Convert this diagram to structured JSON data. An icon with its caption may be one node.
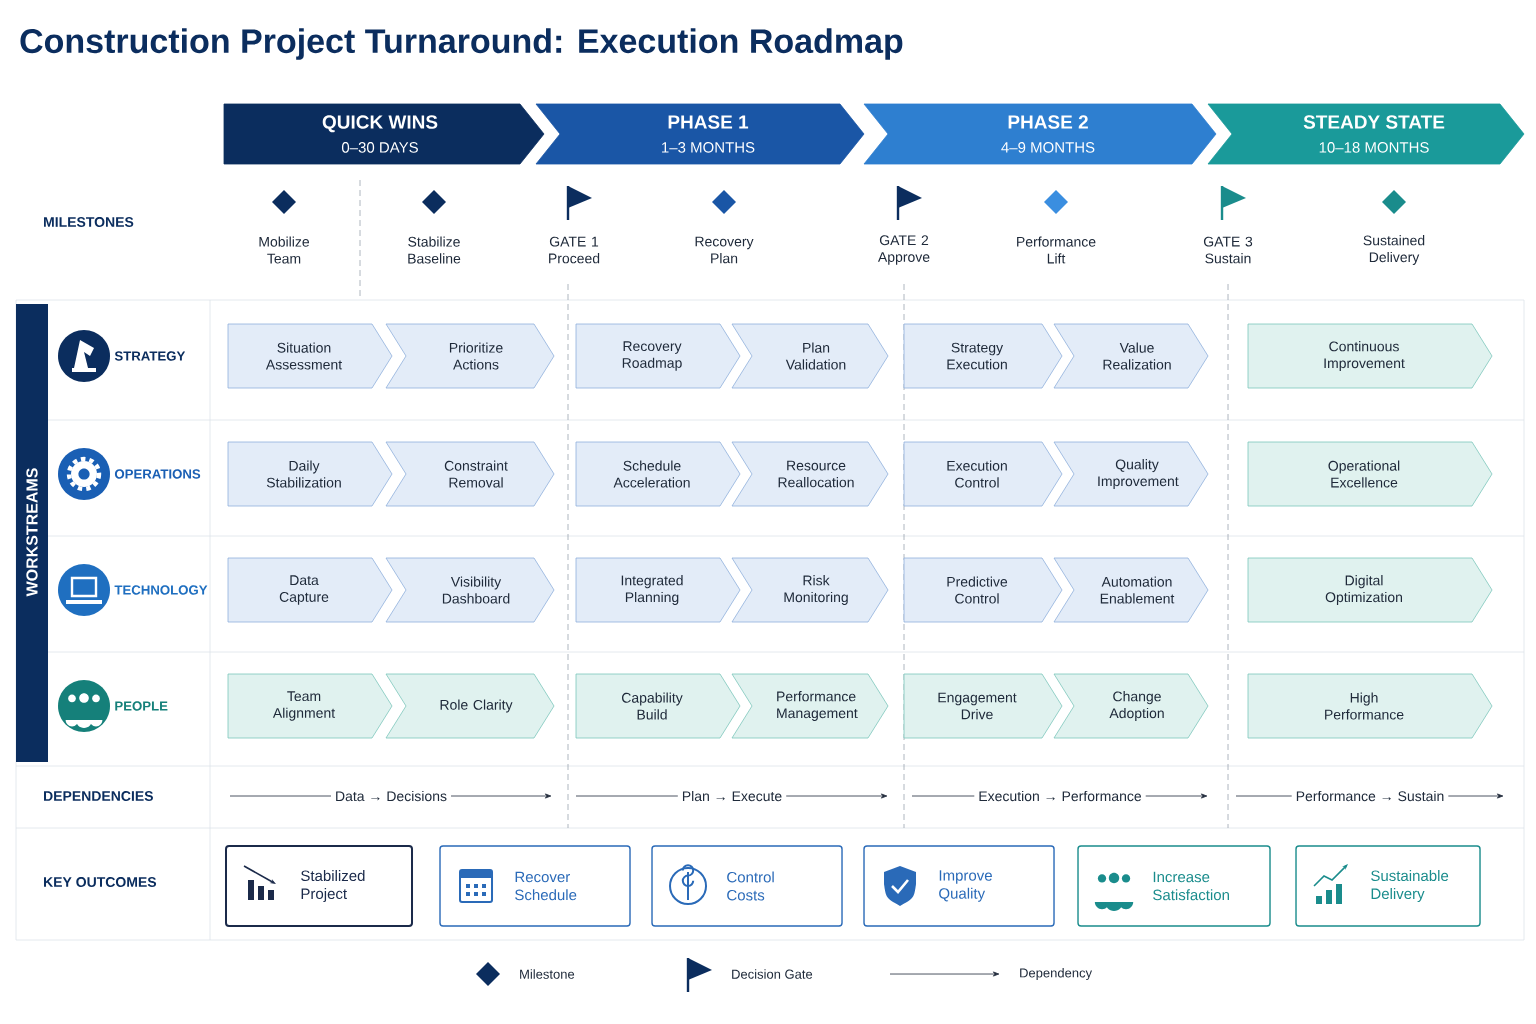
{
  "diagram": {
    "title": "Construction Project Turnaround: Execution Roadmap",
    "nodes": [
      {
        "text": [
          "QUICK WINS",
          "0–30 DAYS"
        ]
      },
      {
        "text": [
          "PHASE 1",
          "1–3 MONTHS"
        ]
      },
      {
        "text": [
          "PHASE 2",
          "4–9 MONTHS"
        ]
      },
      {
        "text": [
          "STEADY STATE",
          "10–18 MONTHS"
        ]
      },
      {
        "text": [
          "Situation Assessment"
        ]
      },
      {
        "text": [
          "Prioritize Actions"
        ]
      },
      {
        "text": [
          "Recovery Roadmap"
        ]
      },
      {
        "text": [
          "Plan Validation"
        ]
      },
      {
        "text": [
          "Strategy Execution"
        ]
      },
      {
        "text": [
          "Value Realization"
        ]
      },
      {
        "text": [
          "Continuous Improvement"
        ]
      },
      {
        "text": [
          "Daily Stabilization"
        ]
      },
      {
        "text": [
          "Constraint Removal"
        ]
      },
      {
        "text": [
          "Schedule Acceleration"
        ]
      },
      {
        "text": [
          "Resource Reallocation"
        ]
      },
      {
        "text": [
          "Execution Control"
        ]
      },
      {
        "text": [
          "Quality Improvement"
        ]
      },
      {
        "text": [
          "Operational Excellence"
        ]
      },
      {
        "text": [
          "Data Capture"
        ]
      },
      {
        "text": [
          "Visibility Dashboard"
        ]
      },
      {
        "text": [
          "Integrated Planning"
        ]
      },
      {
        "text": [
          "Risk Monitoring"
        ]
      },
      {
        "text": [
          "Predictive Control"
        ]
      },
      {
        "text": [
          "Automation Enablement"
        ]
      },
      {
        "text": [
          "Digital Optimization"
        ]
      },
      {
        "text": [
          "Team Alignment"
        ]
      },
      {
        "text": [
          "Role Clarity"
        ]
      },
      {
        "text": [
          "Capability Build"
        ]
      },
      {
        "text": [
          "Performance Management"
        ]
      },
      {
        "text": [
          "Engagement Drive"
        ]
      },
      {
        "text": [
          "Change Adoption"
        ]
      },
      {
        "text": [
          "High Performance"
        ]
      },
      {
        "text": [
          "Stabilized Project"
        ]
      },
      {
        "text": [
          "Recover Schedule"
        ]
      },
      {
        "text": [
          "Control Costs"
        ]
      },
      {
        "text": [
          "Improve Quality"
        ]
      },
      {
        "text": [
          "Increase Satisfaction"
        ]
      },
      {
        "text": [
          "Sustainable Delivery"
        ]
      }
    ],
    "labels": [
      "MILESTONES",
      "Mobilize Team",
      "Stabilize Baseline",
      "GATE 1 Proceed",
      "Recovery Plan",
      "GATE 2 Approve",
      "Performance Lift",
      "GATE 3 Sustain",
      "Sustained Delivery",
      "WORKSTREAMS",
      "STRATEGY",
      "OPERATIONS",
      "TECHNOLOGY",
      "PEOPLE",
      "DEPENDENCIES",
      "Data → Decisions",
      "Plan → Execute",
      "Execution → Performance",
      "Performance → Sustain",
      "KEY OUTCOMES"
    ],
    "legend": [
      {
        "text": "Milestone"
      },
      {
        "text": "Decision Gate"
      },
      {
        "text": "Dependency"
      }
    ]
  }
}
